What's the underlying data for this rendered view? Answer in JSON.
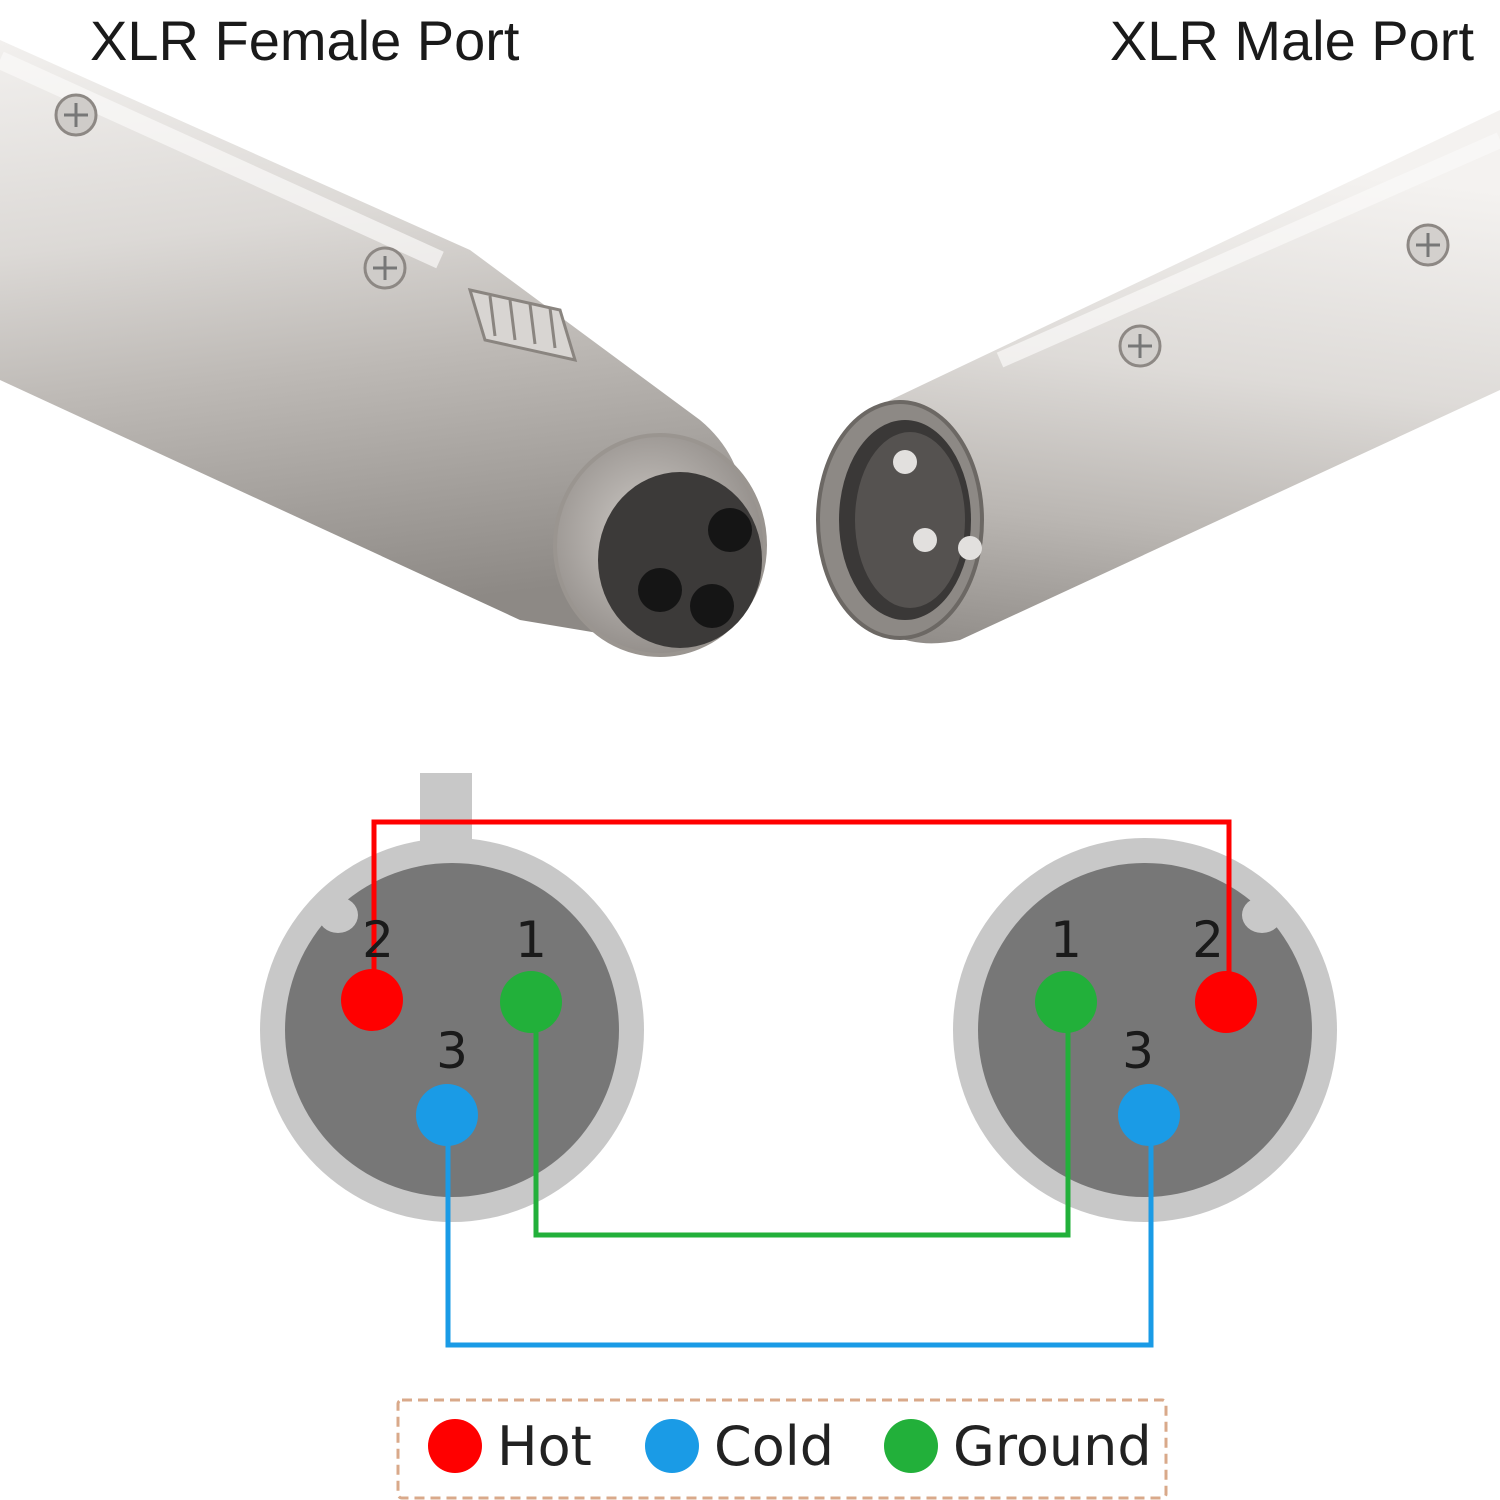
{
  "titles": {
    "female": "XLR Female Port",
    "male": "XLR Male Port"
  },
  "colors": {
    "hot": "#ff0000",
    "cold": "#1a9be6",
    "ground": "#22b03a",
    "connector_outer": "#c8c8c8",
    "connector_inner": "#777777"
  },
  "female_connector": {
    "pins": [
      {
        "number": "2",
        "signal": "hot"
      },
      {
        "number": "1",
        "signal": "ground"
      },
      {
        "number": "3",
        "signal": "cold"
      }
    ]
  },
  "male_connector": {
    "pins": [
      {
        "number": "1",
        "signal": "ground"
      },
      {
        "number": "2",
        "signal": "hot"
      },
      {
        "number": "3",
        "signal": "cold"
      }
    ]
  },
  "legend": [
    {
      "label": "Hot",
      "color": "#ff0000"
    },
    {
      "label": "Cold",
      "color": "#1a9be6"
    },
    {
      "label": "Ground",
      "color": "#22b03a"
    }
  ]
}
